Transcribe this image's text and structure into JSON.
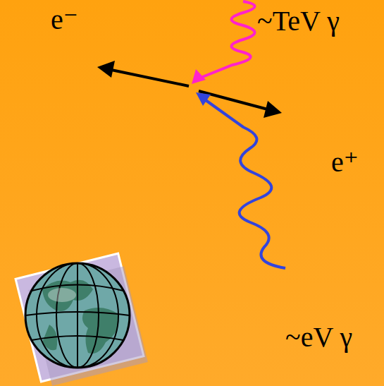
{
  "diagram": {
    "labels": [
      "e⁻",
      "~TeV γ",
      "e⁺",
      "~eV γ"
    ]
  }
}
